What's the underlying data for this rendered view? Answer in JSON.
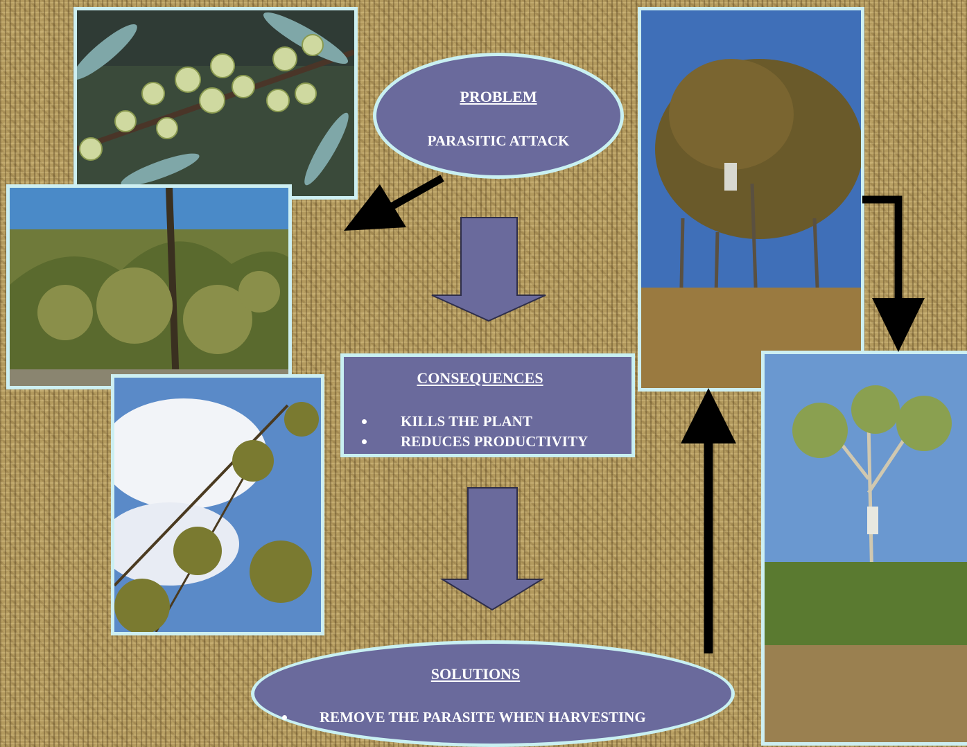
{
  "problem": {
    "heading": "PROBLEM",
    "text": "PARASITIC ATTACK"
  },
  "consequences": {
    "heading": "CONSEQUENCES",
    "items": [
      "KILLS THE PLANT",
      "REDUCES PRODUCTIVITY"
    ]
  },
  "solutions": {
    "heading": "SOLUTIONS",
    "items": [
      "REMOVE THE PARASITE WHEN HARVESTING"
    ]
  },
  "colors": {
    "shape_fill": "#6a6a9c",
    "shape_border": "#c9f0f2",
    "arrow_black": "#000000",
    "background": "#b39a5e"
  },
  "photos": [
    {
      "name": "amla-fruit-photo"
    },
    {
      "name": "infested-shrub-photo"
    },
    {
      "name": "branch-sky-photo"
    },
    {
      "name": "tree-climber-photo"
    },
    {
      "name": "harvested-tree-photo"
    }
  ]
}
